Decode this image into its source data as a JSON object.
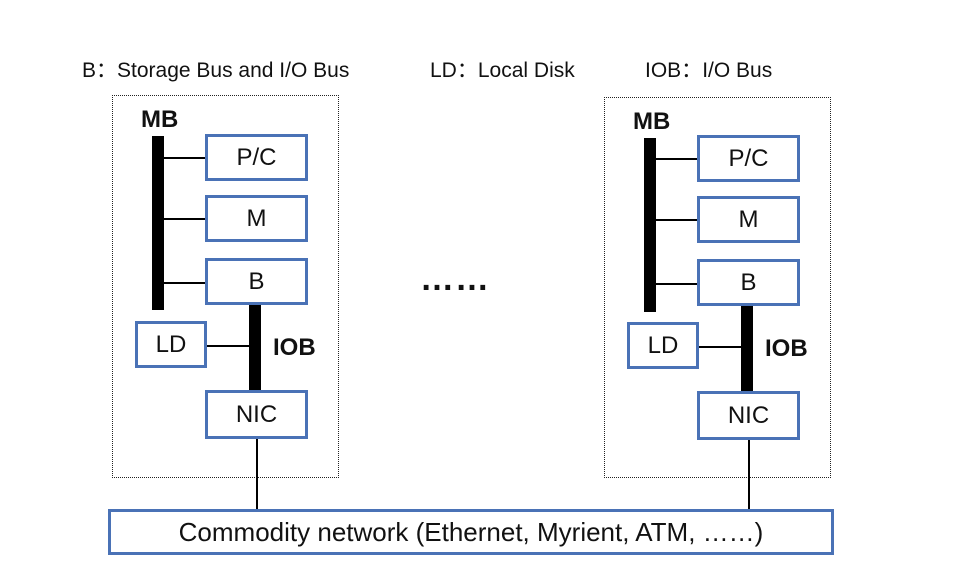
{
  "legend": [
    {
      "key": "B：",
      "text": "Storage Bus and I/O Bus"
    },
    {
      "key": "LD：",
      "text": "Local Disk"
    },
    {
      "key": "IOB：",
      "text": "I/O Bus"
    }
  ],
  "node_labels": {
    "mb": "MB",
    "pc": "P/C",
    "m": "M",
    "b": "B",
    "ld": "LD",
    "iob": "IOB",
    "nic": "NIC"
  },
  "ellipsis": "……",
  "network": "Commodity network (Ethernet, Myrient, ATM, ……)",
  "colors": {
    "box_border": "#4a72b6",
    "bus": "#000000"
  }
}
